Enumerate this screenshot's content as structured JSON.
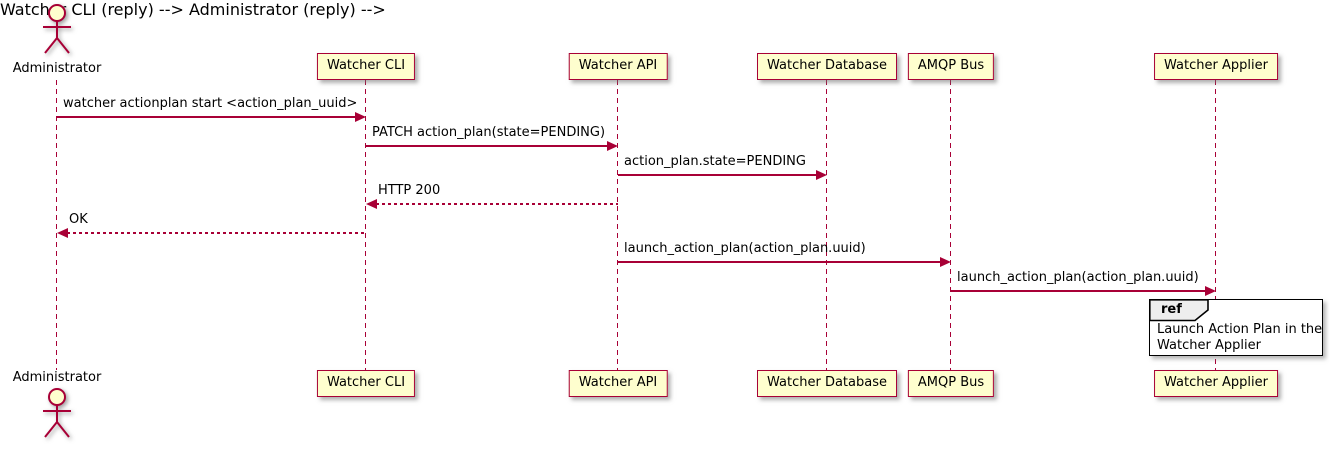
{
  "diagram_type": "uml-sequence-diagram",
  "actor": {
    "label": "Administrator"
  },
  "participants": [
    {
      "label": "Watcher CLI"
    },
    {
      "label": "Watcher API"
    },
    {
      "label": "Watcher Database"
    },
    {
      "label": "AMQP Bus"
    },
    {
      "label": "Watcher Applier"
    }
  ],
  "messages": [
    {
      "label": "watcher actionplan start <action_plan_uuid>",
      "from": "Administrator",
      "to": "Watcher CLI",
      "line": "solid"
    },
    {
      "label": "PATCH action_plan(state=PENDING)",
      "from": "Watcher CLI",
      "to": "Watcher API",
      "line": "solid"
    },
    {
      "label": "action_plan.state=PENDING",
      "from": "Watcher API",
      "to": "Watcher Database",
      "line": "solid"
    },
    {
      "label": "HTTP 200",
      "from": "Watcher API",
      "to": "Watcher CLI",
      "line": "dashed"
    },
    {
      "label": "OK",
      "from": "Watcher CLI",
      "to": "Administrator",
      "line": "dashed"
    },
    {
      "label": "launch_action_plan(action_plan.uuid)",
      "from": "Watcher API",
      "to": "AMQP Bus",
      "line": "solid"
    },
    {
      "label": "launch_action_plan(action_plan.uuid)",
      "from": "AMQP Bus",
      "to": "Watcher Applier",
      "line": "solid"
    }
  ],
  "ref_fragment": {
    "keyword": "ref",
    "line1": "Launch Action Plan in the",
    "line2": "Watcher Applier"
  },
  "colors": {
    "stroke": "#A80036",
    "participant_fill": "#FEFECE",
    "text": "#000000",
    "ref_border": "#000000",
    "ref_header_fill": "#EEEEEE",
    "background": "#FFFFFF"
  }
}
